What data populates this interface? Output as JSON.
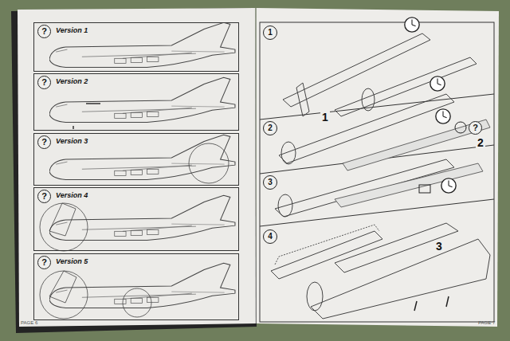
{
  "diagram": {
    "nodes": [
      {
        "text": [
          "Version 1"
        ]
      },
      {
        "text": [
          "Version 2"
        ]
      },
      {
        "text": [
          "Version 3"
        ]
      },
      {
        "text": [
          "Version 4"
        ]
      },
      {
        "text": [
          "Version 5"
        ]
      },
      {
        "text": [
          "1"
        ]
      },
      {
        "text": [
          "2"
        ]
      },
      {
        "text": [
          "3"
        ]
      },
      {
        "text": [
          "4"
        ]
      }
    ],
    "labels": [
      "?",
      "?",
      "?",
      "?",
      "?",
      "?",
      "1",
      "2",
      "3",
      "PAGE 6",
      "PAGE 7"
    ]
  }
}
